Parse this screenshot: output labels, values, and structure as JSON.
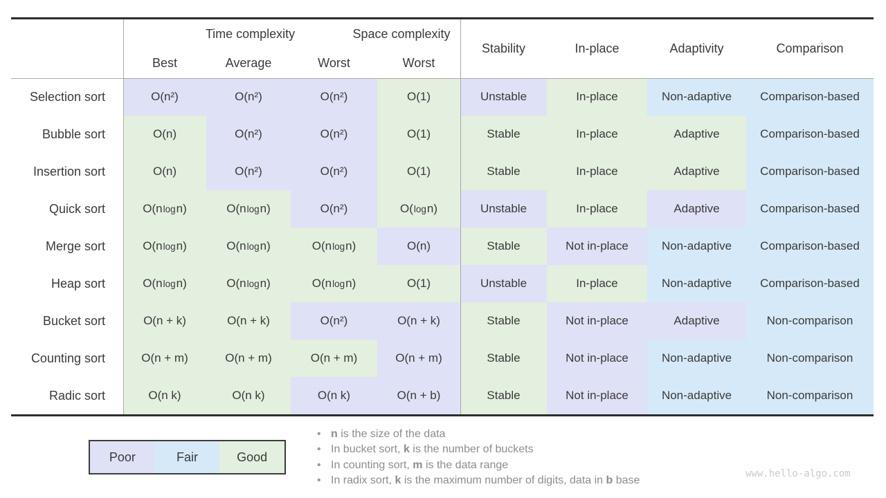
{
  "chart_data": {
    "type": "table",
    "header": {
      "groups": [
        {
          "label": "Time complexity",
          "span": 3
        },
        {
          "label": "Space complexity",
          "span": 1
        }
      ],
      "sub_labels": [
        "Best",
        "Average",
        "Worst",
        "Worst"
      ],
      "attribute_columns": [
        "Stability",
        "In-place",
        "Adaptivity",
        "Comparison"
      ]
    },
    "rating_colors": {
      "poor": "#dfe1f6",
      "fair": "#d6e9f8",
      "good": "#e3efdf"
    },
    "rows": [
      {
        "label": "Selection sort",
        "cells": [
          {
            "text": "O(n²)",
            "rating": "poor"
          },
          {
            "text": "O(n²)",
            "rating": "poor"
          },
          {
            "text": "O(n²)",
            "rating": "poor"
          },
          {
            "text": "O(1)",
            "rating": "good"
          },
          {
            "text": "Unstable",
            "rating": "poor"
          },
          {
            "text": "In-place",
            "rating": "good"
          },
          {
            "text": "Non-adaptive",
            "rating": "fair"
          },
          {
            "text": "Comparison-based",
            "rating": "fair"
          }
        ]
      },
      {
        "label": "Bubble sort",
        "cells": [
          {
            "text": "O(n)",
            "rating": "good"
          },
          {
            "text": "O(n²)",
            "rating": "poor"
          },
          {
            "text": "O(n²)",
            "rating": "poor"
          },
          {
            "text": "O(1)",
            "rating": "good"
          },
          {
            "text": "Stable",
            "rating": "good"
          },
          {
            "text": "In-place",
            "rating": "good"
          },
          {
            "text": "Adaptive",
            "rating": "good"
          },
          {
            "text": "Comparison-based",
            "rating": "fair"
          }
        ]
      },
      {
        "label": "Insertion sort",
        "cells": [
          {
            "text": "O(n)",
            "rating": "good"
          },
          {
            "text": "O(n²)",
            "rating": "poor"
          },
          {
            "text": "O(n²)",
            "rating": "poor"
          },
          {
            "text": "O(1)",
            "rating": "good"
          },
          {
            "text": "Stable",
            "rating": "good"
          },
          {
            "text": "In-place",
            "rating": "good"
          },
          {
            "text": "Adaptive",
            "rating": "good"
          },
          {
            "text": "Comparison-based",
            "rating": "fair"
          }
        ]
      },
      {
        "label": "Quick sort",
        "cells": [
          {
            "text": "O(n log n)",
            "rating": "good"
          },
          {
            "text": "O(n log n)",
            "rating": "good"
          },
          {
            "text": "O(n²)",
            "rating": "poor"
          },
          {
            "text": "O(log n)",
            "rating": "good"
          },
          {
            "text": "Unstable",
            "rating": "poor"
          },
          {
            "text": "In-place",
            "rating": "good"
          },
          {
            "text": "Adaptive",
            "rating": "poor"
          },
          {
            "text": "Comparison-based",
            "rating": "fair"
          }
        ]
      },
      {
        "label": "Merge sort",
        "cells": [
          {
            "text": "O(n log n)",
            "rating": "good"
          },
          {
            "text": "O(n log n)",
            "rating": "good"
          },
          {
            "text": "O(n log n)",
            "rating": "good"
          },
          {
            "text": "O(n)",
            "rating": "poor"
          },
          {
            "text": "Stable",
            "rating": "good"
          },
          {
            "text": "Not in-place",
            "rating": "poor"
          },
          {
            "text": "Non-adaptive",
            "rating": "fair"
          },
          {
            "text": "Comparison-based",
            "rating": "fair"
          }
        ]
      },
      {
        "label": "Heap sort",
        "cells": [
          {
            "text": "O(n log n)",
            "rating": "good"
          },
          {
            "text": "O(n log n)",
            "rating": "good"
          },
          {
            "text": "O(n log n)",
            "rating": "good"
          },
          {
            "text": "O(1)",
            "rating": "good"
          },
          {
            "text": "Unstable",
            "rating": "poor"
          },
          {
            "text": "In-place",
            "rating": "good"
          },
          {
            "text": "Non-adaptive",
            "rating": "fair"
          },
          {
            "text": "Comparison-based",
            "rating": "fair"
          }
        ]
      },
      {
        "label": "Bucket sort",
        "cells": [
          {
            "text": "O(n + k)",
            "rating": "good"
          },
          {
            "text": "O(n + k)",
            "rating": "good"
          },
          {
            "text": "O(n²)",
            "rating": "poor"
          },
          {
            "text": "O(n + k)",
            "rating": "poor"
          },
          {
            "text": "Stable",
            "rating": "good"
          },
          {
            "text": "Not in-place",
            "rating": "poor"
          },
          {
            "text": "Adaptive",
            "rating": "poor"
          },
          {
            "text": "Non-comparison",
            "rating": "fair"
          }
        ]
      },
      {
        "label": "Counting sort",
        "cells": [
          {
            "text": "O(n + m)",
            "rating": "good"
          },
          {
            "text": "O(n + m)",
            "rating": "good"
          },
          {
            "text": "O(n + m)",
            "rating": "good"
          },
          {
            "text": "O(n + m)",
            "rating": "poor"
          },
          {
            "text": "Stable",
            "rating": "good"
          },
          {
            "text": "Not in-place",
            "rating": "poor"
          },
          {
            "text": "Non-adaptive",
            "rating": "fair"
          },
          {
            "text": "Non-comparison",
            "rating": "fair"
          }
        ]
      },
      {
        "label": "Radic sort",
        "cells": [
          {
            "text": "O(n k)",
            "rating": "good"
          },
          {
            "text": "O(n k)",
            "rating": "good"
          },
          {
            "text": "O(n k)",
            "rating": "poor"
          },
          {
            "text": "O(n + b)",
            "rating": "poor"
          },
          {
            "text": "Stable",
            "rating": "good"
          },
          {
            "text": "Not in-place",
            "rating": "poor"
          },
          {
            "text": "Non-adaptive",
            "rating": "fair"
          },
          {
            "text": "Non-comparison",
            "rating": "fair"
          }
        ]
      }
    ],
    "legend": [
      {
        "label": "Poor",
        "rating": "poor"
      },
      {
        "label": "Fair",
        "rating": "fair"
      },
      {
        "label": "Good",
        "rating": "good"
      }
    ]
  },
  "notes": [
    [
      {
        "text": "n",
        "bold": true
      },
      {
        "text": " is the size of the data",
        "bold": false
      }
    ],
    [
      {
        "text": "In bucket sort, ",
        "bold": false
      },
      {
        "text": "k",
        "bold": true
      },
      {
        "text": " is the number of buckets",
        "bold": false
      }
    ],
    [
      {
        "text": "In counting sort, ",
        "bold": false
      },
      {
        "text": "m",
        "bold": true
      },
      {
        "text": " is the data range",
        "bold": false
      }
    ],
    [
      {
        "text": "In radix sort, ",
        "bold": false
      },
      {
        "text": "k",
        "bold": true
      },
      {
        "text": " is the maximum number of digits, data in ",
        "bold": false
      },
      {
        "text": "b",
        "bold": true
      },
      {
        "text": " base",
        "bold": false
      }
    ]
  ],
  "watermark": "www.hello-algo.com"
}
